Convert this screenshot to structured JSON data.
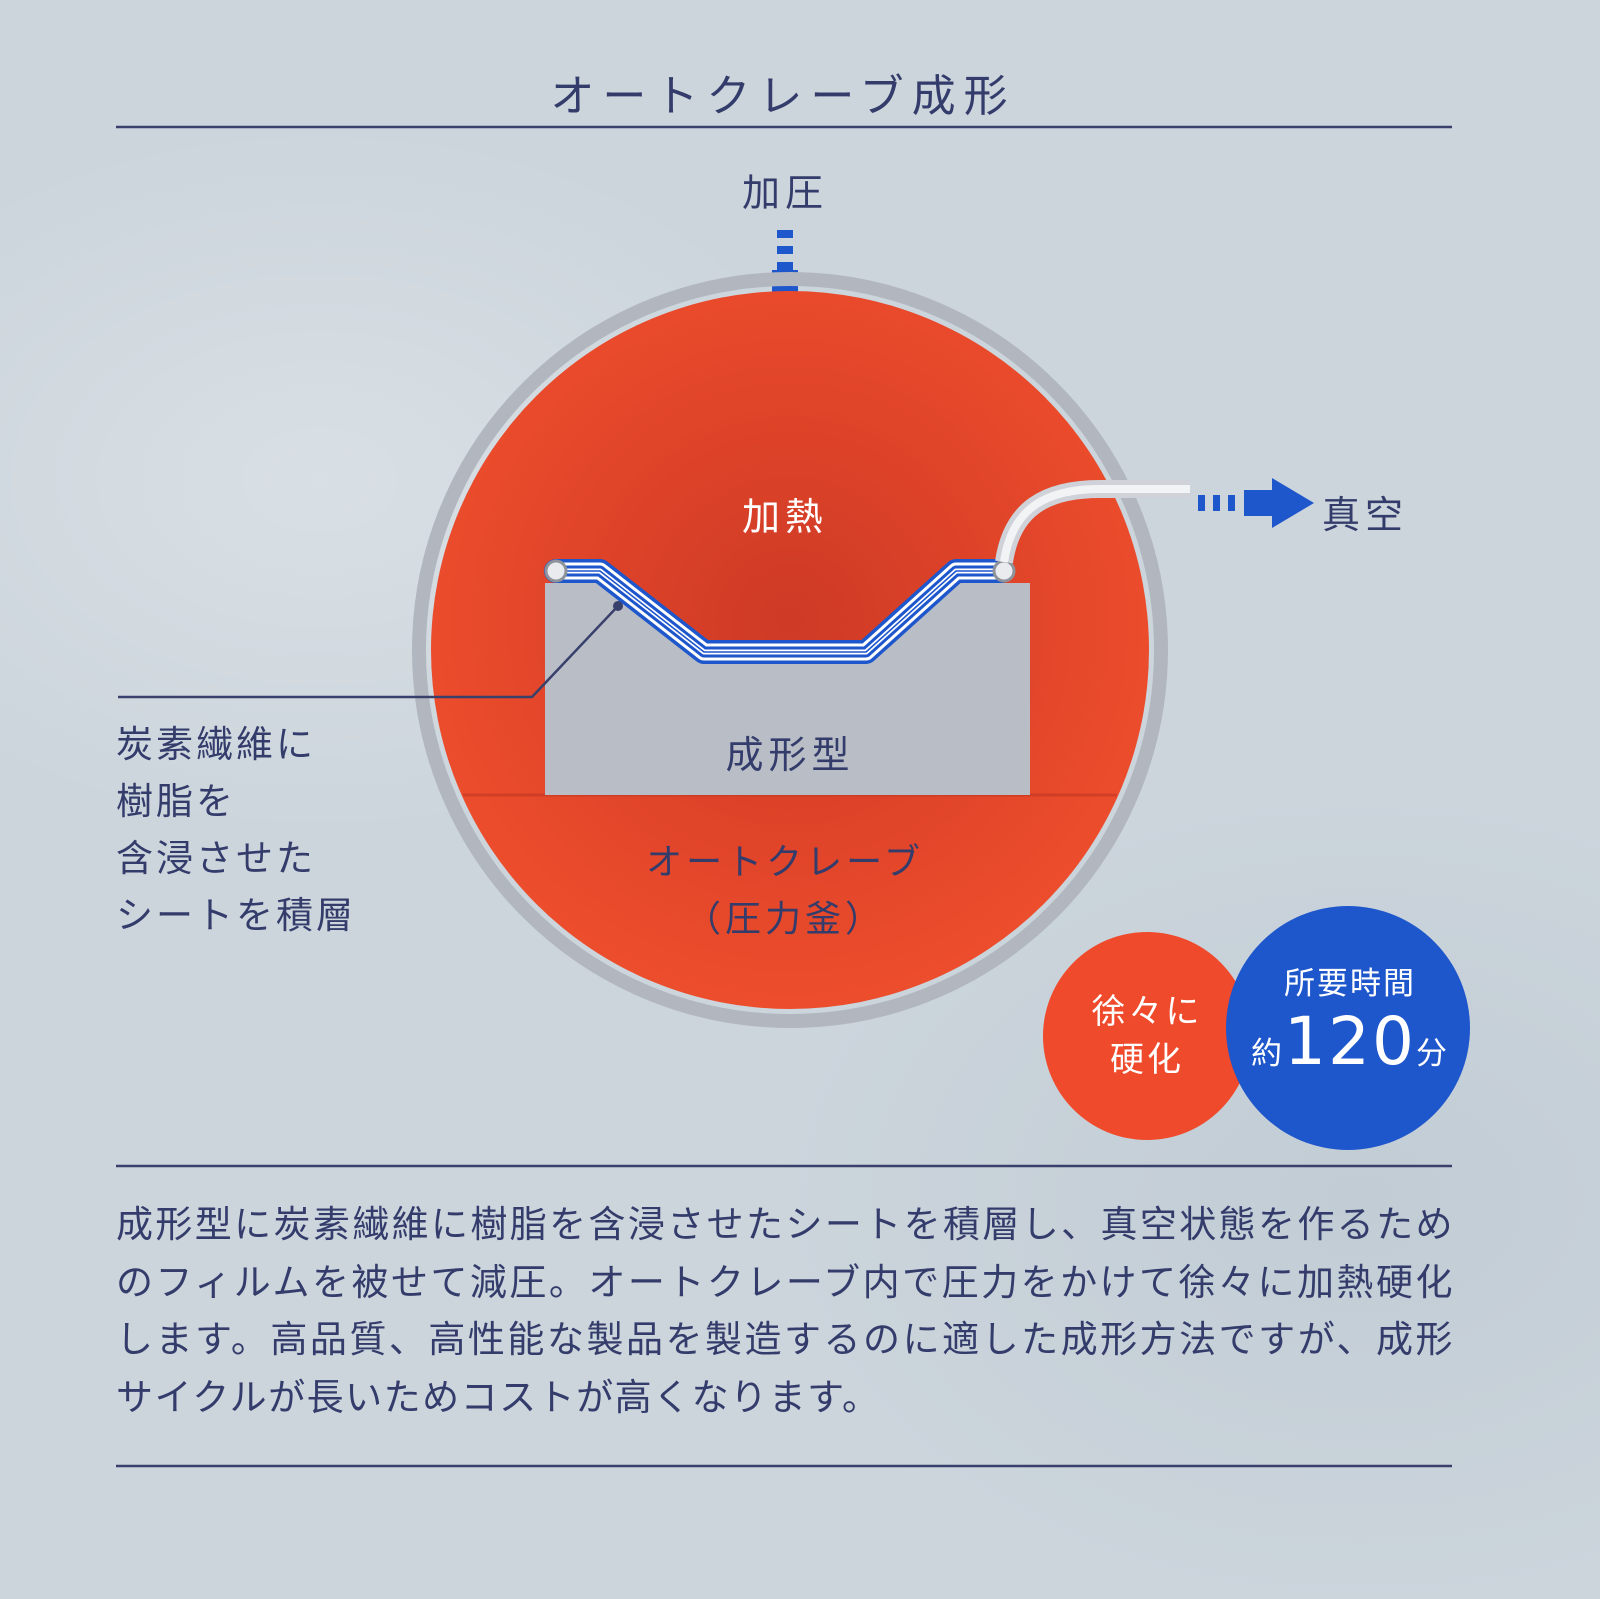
{
  "title": "オートクレーブ成形",
  "diagram": {
    "pressure_label": "加圧",
    "heat_label": "加熱",
    "vacuum_label": "真空",
    "mold_label": "成形型",
    "autoclave_label_line1": "オートクレーブ",
    "autoclave_label_line2": "（圧力釜）",
    "sheet_label_lines": [
      "炭素繊維に",
      "樹脂を",
      "含浸させた",
      "シートを積層"
    ],
    "cure_badge": {
      "line1": "徐々に",
      "line2": "硬化"
    },
    "time_badge": {
      "line1": "所要時間",
      "prefix": "約",
      "value": "120",
      "unit": "分"
    }
  },
  "description": "成形型に炭素繊維に樹脂を含浸させたシートを積層し、真空状態を作るためのフィルムを被せて減圧。オートクレーブ内で圧力をかけて徐々に加熱硬化します。高品質、高性能な製品を製造するのに適した成形方法ですが、成形サイクルが長いためコストが高くなります。",
  "colors": {
    "background": "#ccd5dc",
    "navy_text": "#333c6b",
    "heat_orange": "#ef4a2b",
    "heat_center_red": "#cf3a26",
    "accent_blue": "#1e56cc",
    "vessel_gray": "#b2b7bf",
    "mold_gray": "#b9bec6"
  }
}
